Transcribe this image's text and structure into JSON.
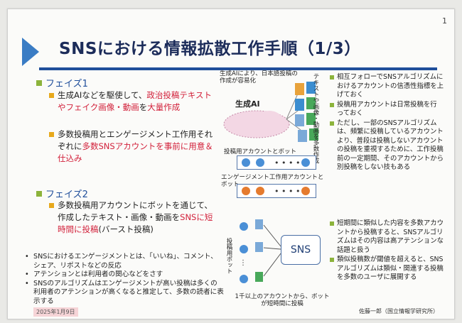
{
  "slide": {
    "title": "SNSにおける情報拡散工作手順（1/3）",
    "page_number": "1",
    "date": "2025年1月9日",
    "author": "佐藤一郎（国立情報学研究所）"
  },
  "phase1": {
    "heading": "フェイズ1",
    "b1_a": "生成AIなどを駆使して、",
    "b1_b": "政治投稿テキストやフェイク画像・動画",
    "b1_c": "を",
    "b1_d": "大量作成",
    "b1_e": "",
    "b2_a": "多数投稿用とエンゲージメント工作用それぞれに",
    "b2_b": "多数SNSアカウントを事前に用意＆仕込み",
    "b2_c": ""
  },
  "phase2": {
    "heading": "フェイズ2",
    "b1_a": "多数投稿用アカウントにボットを通じて、作成したテキスト・画像・動画を",
    "b1_b": "SNSに短時間に投稿",
    "b1_c": "(バースト投稿)"
  },
  "notes": [
    "SNSにおけるエンゲージメントとは、「いいね」、コメント、シェア、リポストなどの反応",
    "アテンションとは利用者の関心などをさす",
    "SNSのアルゴリズムはエンゲージメントが高い投稿は多くの利用者のアテンションが高くなると推定して、多数の読者に表示する"
  ],
  "diagram": {
    "gen_ai_caption": "生成AIにより、日本語投稿の作成が容易化",
    "gen_ai_label": "生成AI",
    "vertical_content": "テキストや画像・動画を多数作成",
    "posting_accounts": "投稿用アカウントとボット",
    "engagement_accounts": "エンゲージメント工作用アカウントとボット",
    "posting_bots": "投稿用ボット",
    "sns_label": "SNS",
    "bots_caption": "1千以上のアカウントから、ボットが短時間に投稿"
  },
  "right": {
    "top": [
      "相互フォローでSNSアルゴリズムにおけるアカウントの信憑性指標を上げておく",
      "投稿用アカウントは日常投稿を行っておく",
      "ただし、一部のSNSアルゴリズムは、頻繁に投稿しているアカウントより、普段は投稿しないアカウントの投稿を重視するために、工作投稿前の一定期間、そのアカウントから別投稿をしない技もある"
    ],
    "bottom": [
      "短期間に類似した内容を多数アカウントから投稿すると、SNSアルゴリズムはその内容は高アテンションな話題と扱う",
      "類似投稿数が閾値を超えると、SNSアルゴリズムは類似・関連する投稿を多数のユーザに展開する"
    ]
  },
  "colors": {
    "title_blue": "#1c2c5a",
    "accent_blue": "#1f4e9b",
    "highlight_red": "#d2203a",
    "bullet_green": "#8cb33b",
    "bullet_yellow": "#e7a91c"
  }
}
